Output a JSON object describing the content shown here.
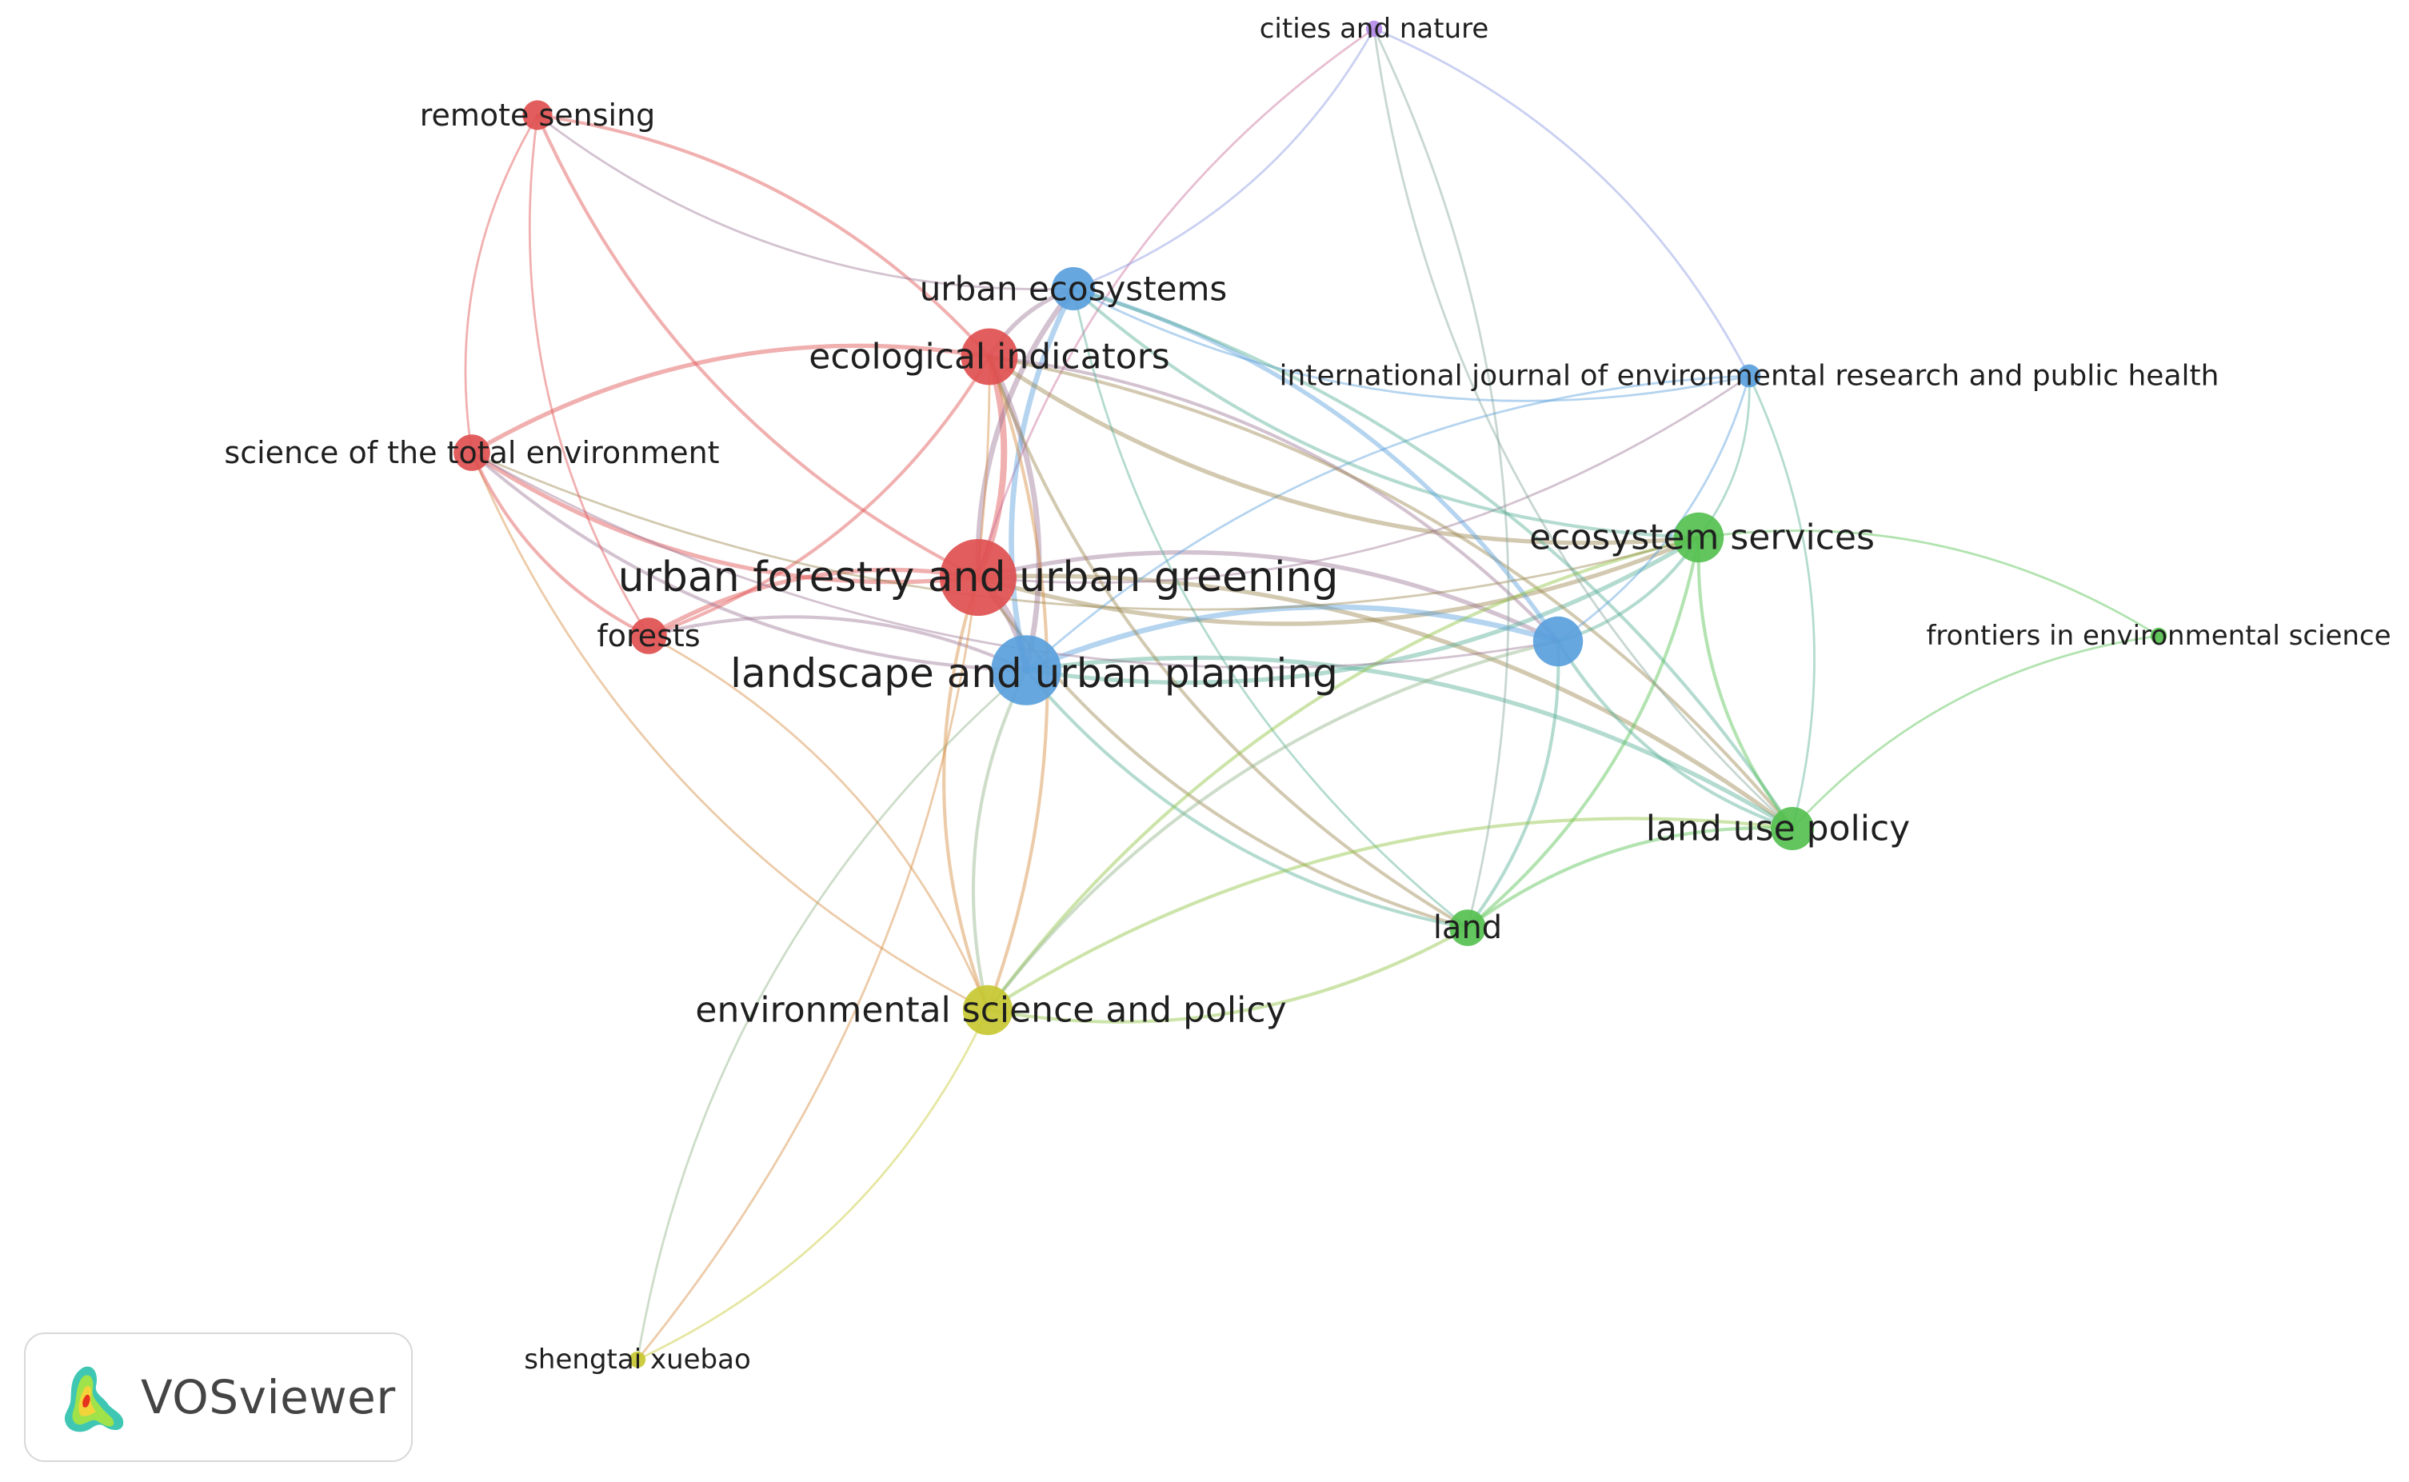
{
  "brand": {
    "name": "VOSviewer",
    "logo_icon": "vosviewer-density-logo-icon"
  },
  "cluster_colors": {
    "red": "#e05050",
    "blue": "#5aa0dc",
    "green": "#55c04f",
    "yellow": "#c8c832",
    "purple": "#b48ce6"
  },
  "nodes": [
    {
      "id": "n_ufug",
      "label": "urban forestry and urban greening",
      "cluster": "red",
      "weight": 10
    },
    {
      "id": "n_lup",
      "label": "landscape and urban planning",
      "cluster": "blue",
      "weight": 9
    },
    {
      "id": "n_ei",
      "label": "ecological indicators",
      "cluster": "red",
      "weight": 7
    },
    {
      "id": "n_ue",
      "label": "urban ecosystems",
      "cluster": "blue",
      "weight": 5
    },
    {
      "id": "n_es",
      "label": "ecosystem services",
      "cluster": "green",
      "weight": 6
    },
    {
      "id": "n_unl",
      "label": "",
      "cluster": "blue",
      "weight": 6
    },
    {
      "id": "n_esp",
      "label": "environmental science and policy",
      "cluster": "yellow",
      "weight": 6
    },
    {
      "id": "n_lu",
      "label": "land use policy",
      "cluster": "green",
      "weight": 5
    },
    {
      "id": "n_land",
      "label": "land",
      "cluster": "green",
      "weight": 4
    },
    {
      "id": "n_stoten",
      "label": "science of the total environment",
      "cluster": "red",
      "weight": 4
    },
    {
      "id": "n_for",
      "label": "forests",
      "cluster": "red",
      "weight": 4
    },
    {
      "id": "n_rs",
      "label": "remote sensing",
      "cluster": "red",
      "weight": 3
    },
    {
      "id": "n_ijerph",
      "label": "international journal of environmental research and public health",
      "cluster": "blue",
      "weight": 2
    },
    {
      "id": "n_can",
      "label": "cities and nature",
      "cluster": "purple",
      "weight": 1
    },
    {
      "id": "n_fes",
      "label": "frontiers in environmental science",
      "cluster": "green",
      "weight": 1
    },
    {
      "id": "n_sx",
      "label": "shengtai xuebao",
      "cluster": "yellow",
      "weight": 1
    }
  ],
  "links": [
    [
      "n_ufug",
      "n_lup",
      6
    ],
    [
      "n_ufug",
      "n_ei",
      5
    ],
    [
      "n_ufug",
      "n_ue",
      4
    ],
    [
      "n_ufug",
      "n_es",
      3
    ],
    [
      "n_ufug",
      "n_unl",
      3
    ],
    [
      "n_ufug",
      "n_esp",
      2
    ],
    [
      "n_ufug",
      "n_lu",
      3
    ],
    [
      "n_ufug",
      "n_land",
      2
    ],
    [
      "n_ufug",
      "n_stoten",
      3
    ],
    [
      "n_ufug",
      "n_for",
      3
    ],
    [
      "n_ufug",
      "n_rs",
      2
    ],
    [
      "n_ufug",
      "n_ijerph",
      1
    ],
    [
      "n_ufug",
      "n_can",
      1
    ],
    [
      "n_lup",
      "n_ei",
      4
    ],
    [
      "n_lup",
      "n_ue",
      4
    ],
    [
      "n_lup",
      "n_es",
      3
    ],
    [
      "n_lup",
      "n_unl",
      4
    ],
    [
      "n_lup",
      "n_esp",
      2
    ],
    [
      "n_lup",
      "n_lu",
      3
    ],
    [
      "n_lup",
      "n_land",
      2
    ],
    [
      "n_lup",
      "n_stoten",
      2
    ],
    [
      "n_lup",
      "n_for",
      2
    ],
    [
      "n_lup",
      "n_ijerph",
      1
    ],
    [
      "n_lup",
      "n_sx",
      1
    ],
    [
      "n_ei",
      "n_ue",
      3
    ],
    [
      "n_ei",
      "n_es",
      3
    ],
    [
      "n_ei",
      "n_unl",
      2
    ],
    [
      "n_ei",
      "n_stoten",
      3
    ],
    [
      "n_ei",
      "n_for",
      2
    ],
    [
      "n_ei",
      "n_rs",
      2
    ],
    [
      "n_ei",
      "n_esp",
      2
    ],
    [
      "n_ei",
      "n_land",
      2
    ],
    [
      "n_ei",
      "n_lu",
      2
    ],
    [
      "n_ue",
      "n_es",
      2
    ],
    [
      "n_ue",
      "n_unl",
      3
    ],
    [
      "n_ue",
      "n_ijerph",
      1
    ],
    [
      "n_ue",
      "n_rs",
      1
    ],
    [
      "n_ue",
      "n_can",
      1
    ],
    [
      "n_ue",
      "n_lu",
      2
    ],
    [
      "n_ue",
      "n_land",
      1
    ],
    [
      "n_es",
      "n_unl",
      2
    ],
    [
      "n_es",
      "n_lu",
      2
    ],
    [
      "n_es",
      "n_land",
      2
    ],
    [
      "n_es",
      "n_esp",
      2
    ],
    [
      "n_es",
      "n_fes",
      1
    ],
    [
      "n_es",
      "n_ijerph",
      1
    ],
    [
      "n_es",
      "n_stoten",
      1
    ],
    [
      "n_unl",
      "n_lu",
      2
    ],
    [
      "n_unl",
      "n_land",
      2
    ],
    [
      "n_unl",
      "n_esp",
      2
    ],
    [
      "n_unl",
      "n_stoten",
      1
    ],
    [
      "n_unl",
      "n_ijerph",
      1
    ],
    [
      "n_esp",
      "n_lu",
      2
    ],
    [
      "n_esp",
      "n_land",
      2
    ],
    [
      "n_esp",
      "n_stoten",
      1
    ],
    [
      "n_esp",
      "n_for",
      1
    ],
    [
      "n_esp",
      "n_sx",
      1
    ],
    [
      "n_lu",
      "n_land",
      2
    ],
    [
      "n_lu",
      "n_fes",
      1
    ],
    [
      "n_lu",
      "n_ijerph",
      1
    ],
    [
      "n_lu",
      "n_can",
      1
    ],
    [
      "n_stoten",
      "n_for",
      2
    ],
    [
      "n_stoten",
      "n_rs",
      1
    ],
    [
      "n_rs",
      "n_for",
      1
    ],
    [
      "n_can",
      "n_ijerph",
      1
    ],
    [
      "n_sx",
      "n_ei",
      1
    ],
    [
      "n_can",
      "n_land",
      1
    ]
  ]
}
